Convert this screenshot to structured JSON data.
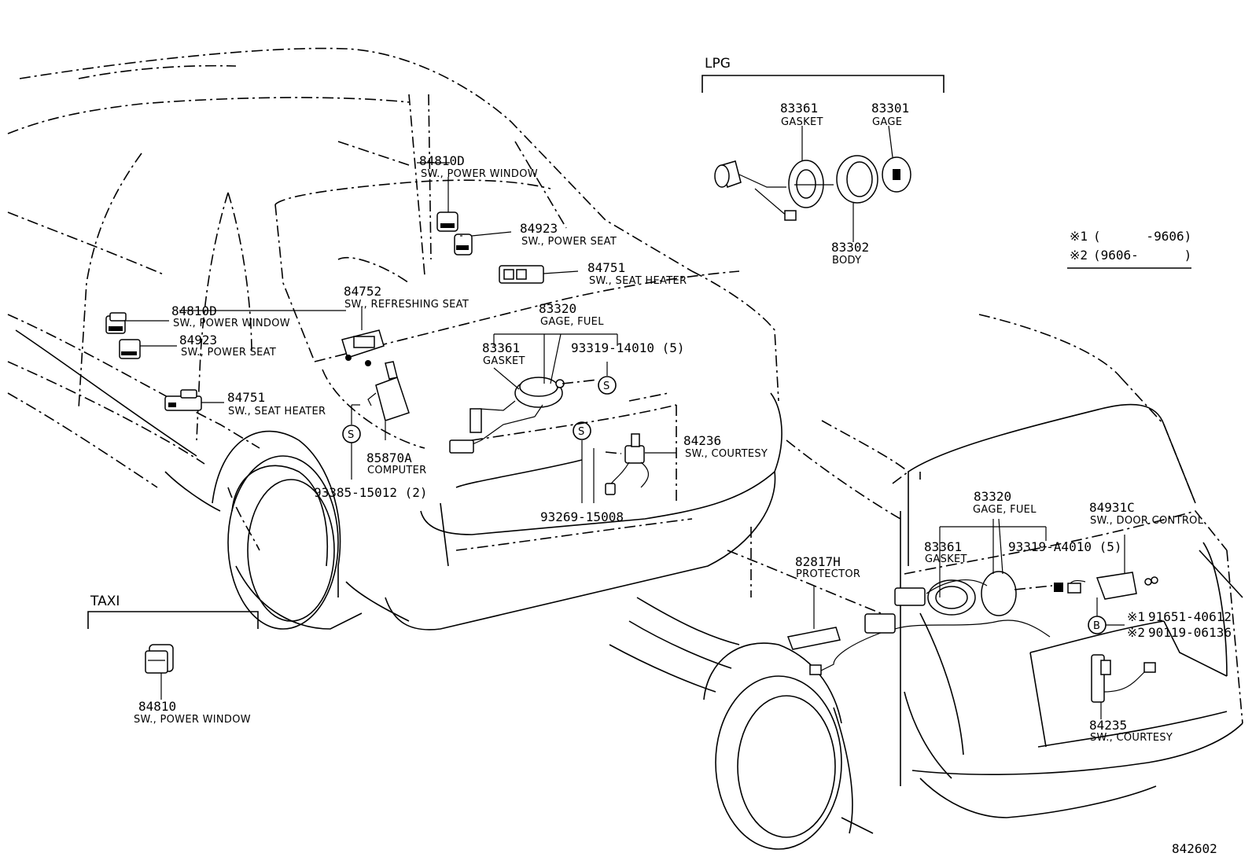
{
  "sections": {
    "lpg": "LPG",
    "taxi": "TAXI"
  },
  "legend": {
    "note1_mark": "※1",
    "note1_text": "(      -9606)",
    "note2_mark": "※2",
    "note2_text": "(9606-      )"
  },
  "diagram_id": "842602",
  "sedan": {
    "p1": {
      "num": "84810D",
      "name": "SW., POWER WINDOW"
    },
    "p2": {
      "num": "84923",
      "name": "SW., POWER SEAT"
    },
    "p3": {
      "num": "84751",
      "name": "SW., SEAT HEATER"
    },
    "p4": {
      "num": "84752",
      "name": "SW., REFRESHING SEAT"
    },
    "p5": {
      "num": "83320",
      "name": "GAGE, FUEL"
    },
    "p6": {
      "num": "83361",
      "name": "GASKET"
    },
    "p7": {
      "num": "93319-14010 (5)"
    },
    "p8": {
      "num": "84810D",
      "name": "SW., POWER WINDOW"
    },
    "p9": {
      "num": "84923",
      "name": "SW., POWER SEAT"
    },
    "p10": {
      "num": "84751",
      "name": "SW., SEAT HEATER"
    },
    "p11": {
      "num": "85870A",
      "name": "COMPUTER"
    },
    "p12": {
      "num": "93385-15012 (2)"
    },
    "p13": {
      "num": "84236",
      "name": "SW., COURTESY"
    },
    "p14": {
      "num": "93269-15008"
    },
    "s_mark": "S"
  },
  "lpg_parts": {
    "p1": {
      "num": "83361",
      "name": "GASKET"
    },
    "p2": {
      "num": "83301",
      "name": "GAGE"
    },
    "p3": {
      "num": "83302",
      "name": "BODY"
    }
  },
  "taxi_parts": {
    "p1": {
      "num": "84810",
      "name": "SW., POWER WINDOW"
    }
  },
  "wagon": {
    "p1": {
      "num": "83320",
      "name": "GAGE, FUEL"
    },
    "p2": {
      "num": "84931C",
      "name": "SW., DOOR CONTROL"
    },
    "p3": {
      "num": "83361",
      "name": "GASKET"
    },
    "p4": {
      "num": "93319-A4010 (5)"
    },
    "p5": {
      "num": "82817H",
      "name": "PROTECTOR"
    },
    "p6": {
      "mark": "※1",
      "num": "91651-40612"
    },
    "p7": {
      "mark": "※2",
      "num": "90119-06136"
    },
    "p8": {
      "num": "84235",
      "name": "SW., COURTESY"
    },
    "b_mark": "B"
  }
}
